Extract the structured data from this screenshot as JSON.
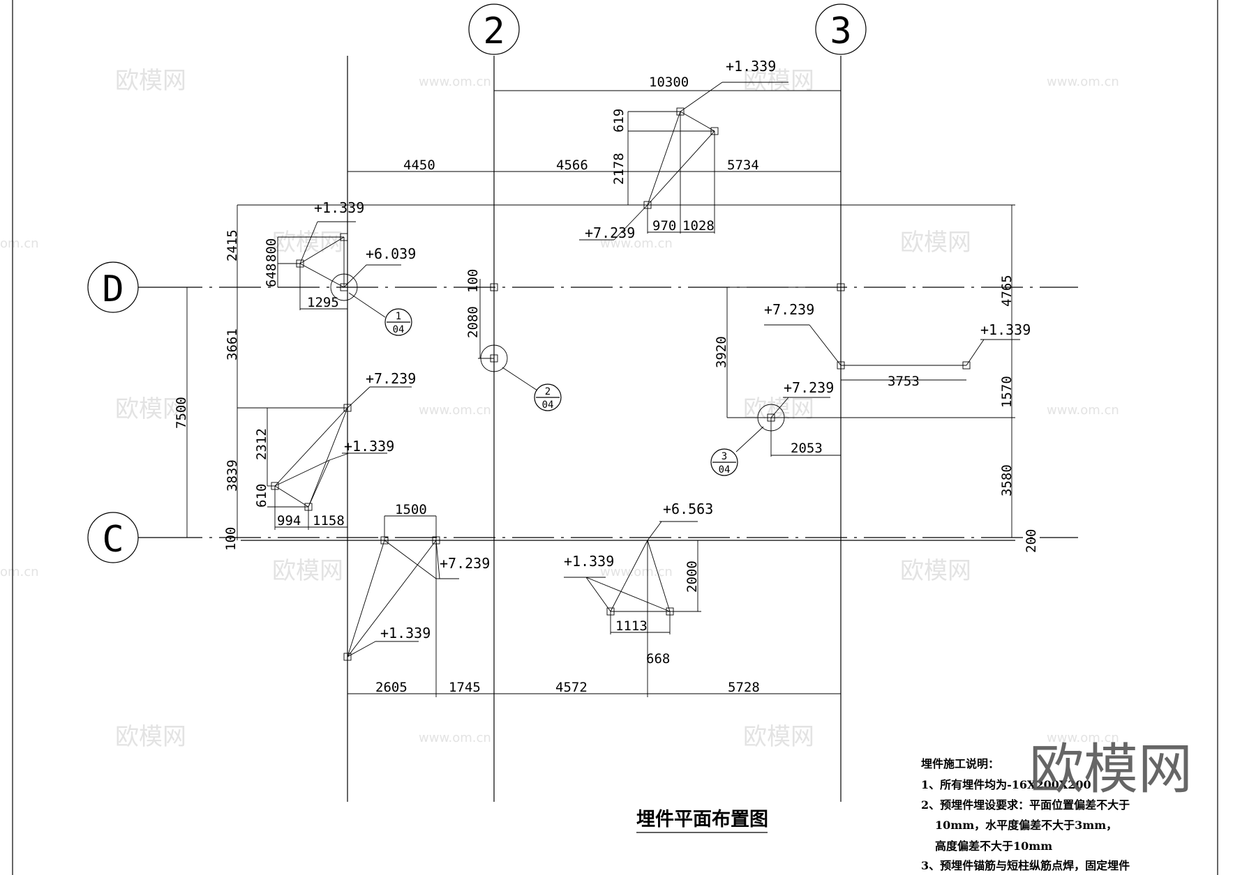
{
  "title": "埋件平面布置图",
  "grid_labels": {
    "col_2": "2",
    "col_3": "3",
    "row_d": "D",
    "row_c": "C"
  },
  "dimensions": {
    "top_span": "10300",
    "top_a": "4450",
    "top_b": "4566",
    "top_c": "5734",
    "v619": "619",
    "v2178": "2178",
    "h970": "970",
    "h1028": "1028",
    "v2415": "2415",
    "v648": "648",
    "v800": "800",
    "h1295": "1295",
    "v100_left": "100",
    "v2080": "2080",
    "v3661": "3661",
    "v7500": "7500",
    "v2312": "2312",
    "v3839": "3839",
    "v610": "610",
    "h994": "994",
    "h1158": "1158",
    "v100_c": "100",
    "h1500": "1500",
    "v3920": "3920",
    "h3753": "3753",
    "v4765": "4765",
    "v1570": "1570",
    "h2053": "2053",
    "v3580": "3580",
    "v200": "200",
    "v2000": "2000",
    "h1113": "1113",
    "v668": "668",
    "bot_a": "2605",
    "bot_b": "1745",
    "bot_c": "4572",
    "bot_d": "5728"
  },
  "elevations": {
    "e_top": "+1.339",
    "e_top_low": "+7.239",
    "e_d_left": "+1.339",
    "e_d_left2": "+6.039",
    "e_mid_left": "+7.239",
    "e_mid_left2": "+1.339",
    "e_right_a": "+7.239",
    "e_right_b": "+1.339",
    "e_right_c": "+7.239",
    "e_bot_a": "+7.239",
    "e_bot_b": "+1.339",
    "e_bot_c": "+6.563",
    "e_bot_d": "+1.339"
  },
  "detail_refs": [
    {
      "num": "1",
      "sheet": "04"
    },
    {
      "num": "2",
      "sheet": "04"
    },
    {
      "num": "3",
      "sheet": "04"
    }
  ],
  "notes": {
    "heading": "埋件施工说明：",
    "line1": "1、所有埋件均为-16X200X200",
    "line2": "2、预埋件埋设要求：平面位置偏差不大于",
    "line3": "10mm，水平度偏差不大于3mm，",
    "line4": "高度偏差不大于10mm",
    "line5": "3、预埋件锚筋与短柱纵筋点焊，固定埋件"
  },
  "watermark": {
    "brand": "欧模网",
    "url": "www.om.cn",
    "url_short": "om.cn"
  }
}
